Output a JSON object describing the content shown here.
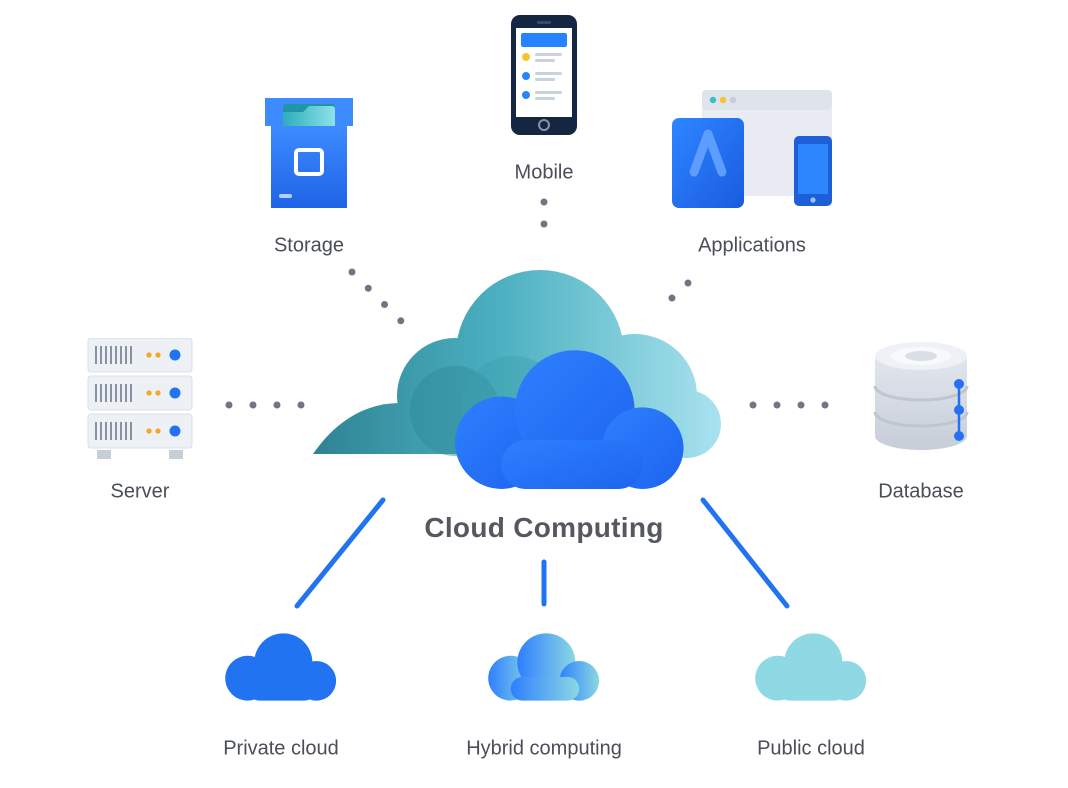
{
  "diagram": {
    "title": "Cloud Computing",
    "nodes": {
      "storage": {
        "label": "Storage",
        "icon": "storage-box-icon"
      },
      "mobile": {
        "label": "Mobile",
        "icon": "smartphone-icon"
      },
      "applications": {
        "label": "Applications",
        "icon": "devices-icon"
      },
      "server": {
        "label": "Server",
        "icon": "server-rack-icon"
      },
      "database": {
        "label": "Database",
        "icon": "database-cylinder-icon"
      },
      "private_cloud": {
        "label": "Private cloud",
        "icon": "cloud-blue-icon"
      },
      "hybrid_computing": {
        "label": "Hybrid computing",
        "icon": "cloud-gradient-icon"
      },
      "public_cloud": {
        "label": "Public cloud",
        "icon": "cloud-teal-icon"
      }
    },
    "connections": [
      {
        "from": "server",
        "to": "cloud-computing",
        "style": "dotted"
      },
      {
        "from": "storage",
        "to": "cloud-computing",
        "style": "dotted"
      },
      {
        "from": "mobile",
        "to": "cloud-computing",
        "style": "dotted"
      },
      {
        "from": "applications",
        "to": "cloud-computing",
        "style": "dotted"
      },
      {
        "from": "database",
        "to": "cloud-computing",
        "style": "dotted"
      },
      {
        "from": "cloud-computing",
        "to": "private_cloud",
        "style": "solid"
      },
      {
        "from": "cloud-computing",
        "to": "hybrid_computing",
        "style": "solid"
      },
      {
        "from": "cloud-computing",
        "to": "public_cloud",
        "style": "solid"
      }
    ],
    "colors": {
      "accent_blue": "#2173F2",
      "teal_dark": "#2D8191",
      "teal_light": "#ABE3F0",
      "public_cloud_fill": "#8FD9E5",
      "label_text": "#4A4E57",
      "title_text": "#55585E",
      "dot_connector": "#6E7584",
      "line_connector": "#2173F2"
    }
  }
}
